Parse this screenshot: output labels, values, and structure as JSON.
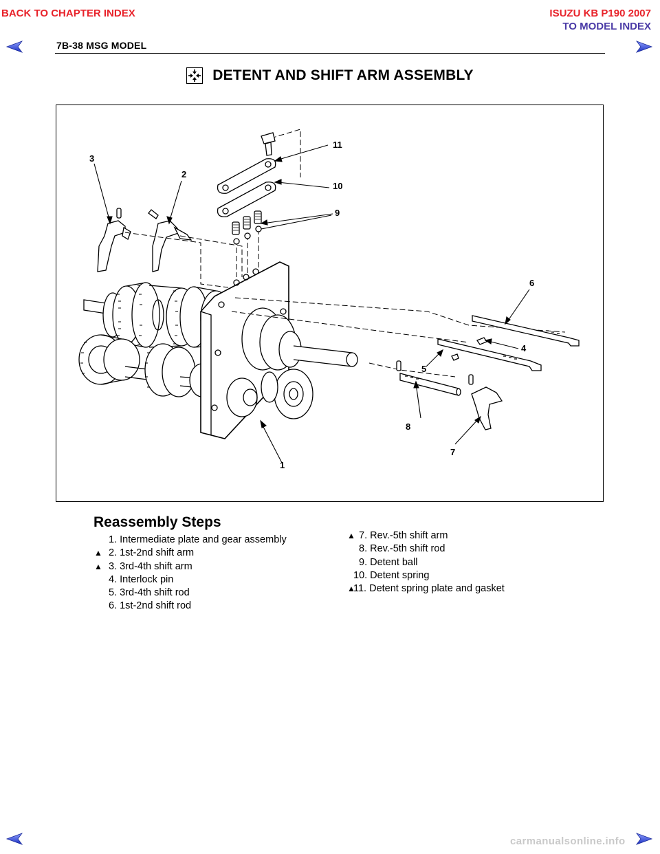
{
  "nav": {
    "back_to_chapter": "BACK TO CHAPTER INDEX",
    "model_title": "ISUZU KB P190 2007",
    "to_model_index": "TO MODEL INDEX"
  },
  "header": {
    "page_label": "7B-38  MSG MODEL"
  },
  "title": "DETENT AND SHIFT ARM ASSEMBLY",
  "figure": {
    "callouts": [
      "1",
      "2",
      "3",
      "4",
      "5",
      "6",
      "7",
      "8",
      "9",
      "10",
      "11"
    ]
  },
  "reassembly": {
    "heading": "Reassembly Steps",
    "left": [
      {
        "marker": "",
        "text": "1. Intermediate plate and gear assembly"
      },
      {
        "marker": "▲",
        "text": "2. 1st-2nd shift arm"
      },
      {
        "marker": "▲",
        "text": "3. 3rd-4th shift arm"
      },
      {
        "marker": "",
        "text": "4. Interlock pin"
      },
      {
        "marker": "",
        "text": "5. 3rd-4th shift rod"
      },
      {
        "marker": "",
        "text": "6. 1st-2nd shift rod"
      }
    ],
    "right": [
      {
        "marker": "▲",
        "text": "7. Rev.-5th shift arm"
      },
      {
        "marker": "",
        "text": "8. Rev.-5th shift rod"
      },
      {
        "marker": "",
        "text": "9. Detent ball"
      },
      {
        "marker": "",
        "text": "10. Detent spring"
      },
      {
        "marker": "▲",
        "text": "11. Detent spring plate and gasket"
      }
    ]
  },
  "footer": {
    "watermark": "carmanualsonline.info"
  },
  "colors": {
    "red_link": "#e8222a",
    "blue_link": "#4a3aa6",
    "arrow_blue": "#2b3fd1"
  }
}
